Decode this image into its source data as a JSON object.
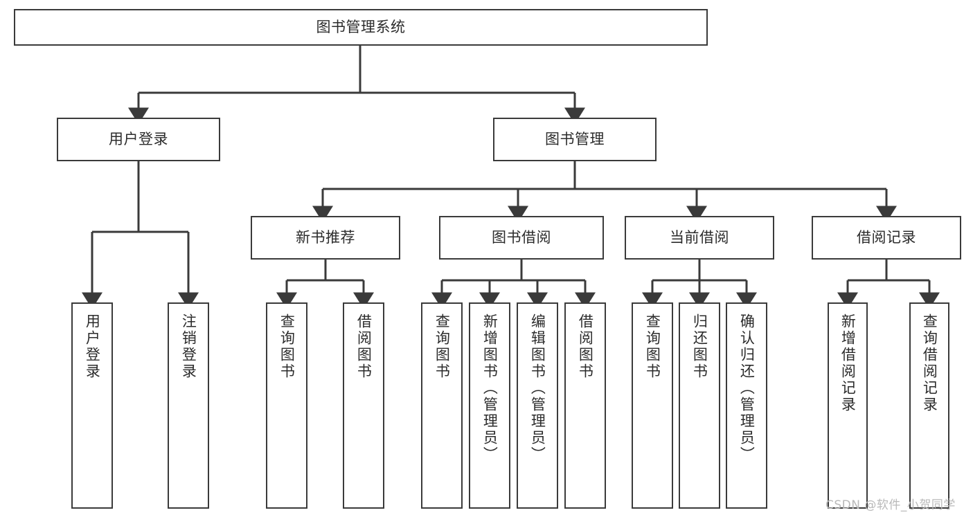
{
  "diagram": {
    "title": "图书管理系统",
    "type": "tree-hierarchy-chart",
    "watermark": "CSDN @软件_小贺同学",
    "colors": {
      "background": "#ffffff",
      "box_border": "#3a3a3a",
      "box_fill": "#ffffff",
      "text": "#2b2b2b",
      "connector": "#3a3a3a",
      "watermark": "#b9b9b9"
    },
    "levels": {
      "root": {
        "label": "图书管理系统"
      },
      "level2": [
        {
          "id": "user-login",
          "label": "用户登录"
        },
        {
          "id": "book-management",
          "label": "图书管理"
        }
      ],
      "level3": [
        {
          "id": "new-book-recommend",
          "label": "新书推荐"
        },
        {
          "id": "book-borrow",
          "label": "图书借阅"
        },
        {
          "id": "current-borrow",
          "label": "当前借阅"
        },
        {
          "id": "borrow-record",
          "label": "借阅记录"
        }
      ],
      "leaves": {
        "user_login": [
          {
            "id": "leaf-user-login",
            "label": "用户登录"
          },
          {
            "id": "leaf-user-logout",
            "label": "注销登录"
          }
        ],
        "new_book_recommend": [
          {
            "id": "leaf-query-book-1",
            "label": "查询图书"
          },
          {
            "id": "leaf-borrow-book-1",
            "label": "借阅图书"
          }
        ],
        "book_borrow": [
          {
            "id": "leaf-query-book-2",
            "label": "查询图书"
          },
          {
            "id": "leaf-add-book",
            "label": "新增图书（管理员）"
          },
          {
            "id": "leaf-edit-book",
            "label": "编辑图书（管理员）"
          },
          {
            "id": "leaf-borrow-book-2",
            "label": "借阅图书"
          }
        ],
        "current_borrow": [
          {
            "id": "leaf-query-book-3",
            "label": "查询图书"
          },
          {
            "id": "leaf-return-book",
            "label": "归还图书"
          },
          {
            "id": "leaf-confirm-return",
            "label": "确认归还（管理员）"
          }
        ],
        "borrow_record": [
          {
            "id": "leaf-add-record",
            "label": "新增借阅记录"
          },
          {
            "id": "leaf-query-record",
            "label": "查询借阅记录"
          }
        ]
      }
    }
  }
}
